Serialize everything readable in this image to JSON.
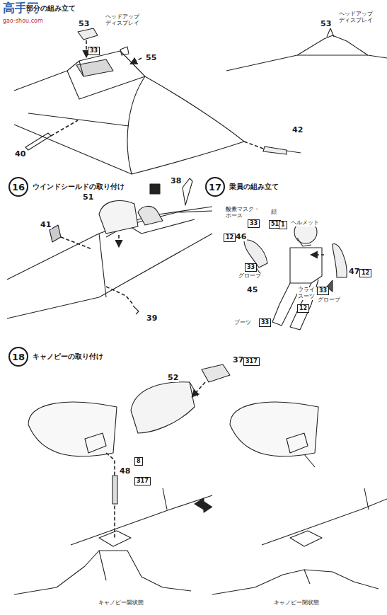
{
  "diagram": {
    "nodes": [
      {
        "text": [
          "33"
        ]
      },
      {
        "text": [
          "16",
          "ウインドシールドの取り付け"
        ]
      },
      {
        "text": [
          "17",
          "乗員の組み立て"
        ]
      },
      {
        "text": [
          "51"
        ]
      },
      {
        "text": [
          "1"
        ]
      },
      {
        "text": [
          "33"
        ]
      },
      {
        "text": [
          "12"
        ]
      },
      {
        "text": [
          "33"
        ]
      },
      {
        "text": [
          "33"
        ]
      },
      {
        "text": [
          "12"
        ]
      },
      {
        "text": [
          "12"
        ]
      },
      {
        "text": [
          "33"
        ]
      },
      {
        "text": [
          "18",
          "キャノピーの取り付け"
        ]
      },
      {
        "text": [
          "317"
        ]
      },
      {
        "text": [
          "8"
        ]
      },
      {
        "text": [
          "317"
        ]
      }
    ],
    "labels": [
      "高手网",
      "gao-shou.com",
      "部分の組み立て",
      "53",
      "ヘッドアップ ディスプレイ",
      "55",
      "40",
      "42",
      "53",
      "ヘッドアップ ディスプレイ",
      "51",
      "38",
      "41",
      "39",
      "ヘルメット",
      "顔",
      "酸素マスク・ ホース",
      "46",
      "グローブ",
      "45",
      "ブーツ",
      "フライト スーツ",
      "47",
      "グローブ",
      "52",
      "37",
      "48",
      "キャノピー開状態",
      "キャノピー閉状態"
    ]
  }
}
